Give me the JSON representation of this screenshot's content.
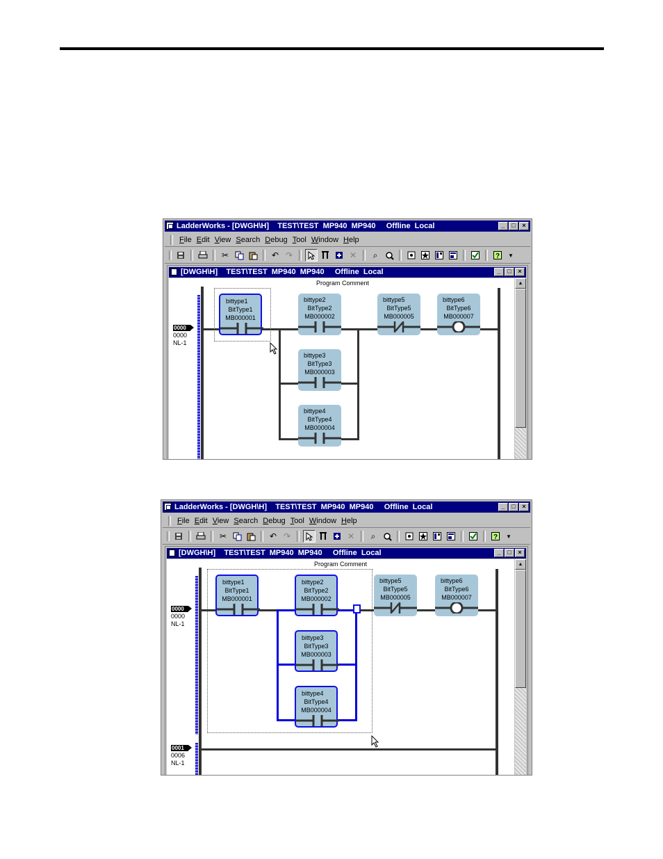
{
  "app": {
    "title": "LadderWorks - [DWGH\\H]    TEST\\TEST  MP940  MP940     Offline  Local",
    "menu": [
      "File",
      "Edit",
      "View",
      "Search",
      "Debug",
      "Tool",
      "Window",
      "Help"
    ],
    "toolbar_icons": [
      "save-icon",
      "print-icon",
      "cut-icon",
      "copy-icon",
      "paste-icon",
      "undo-icon",
      "redo-icon",
      "select-pointer-icon",
      "insert-contact-icon",
      "insert-coil-icon",
      "delete-icon",
      "find-icon",
      "zoom-icon",
      "compile-icon",
      "favorite-icon",
      "watch-icon",
      "window-icon",
      "check-icon",
      "help-icon"
    ],
    "child_title": "[DWGH\\H]    TEST\\TEST  MP940  MP940     Offline  Local"
  },
  "ladder": {
    "program_comment": "Program Comment",
    "network1": {
      "tag": "0000",
      "step": "0000",
      "label": "NL-1"
    },
    "network2": {
      "tag": "0001",
      "step": "0006",
      "label": "NL-1"
    },
    "elements": [
      {
        "name": "bittype1",
        "type": "BitType1",
        "addr": "MB000001",
        "kind": "no-contact"
      },
      {
        "name": "bittype2",
        "type": "BitType2",
        "addr": "MB000002",
        "kind": "no-contact"
      },
      {
        "name": "bittype3",
        "type": "BitType3",
        "addr": "MB000003",
        "kind": "no-contact"
      },
      {
        "name": "bittype4",
        "type": "BitType4",
        "addr": "MB000004",
        "kind": "no-contact"
      },
      {
        "name": "bittype5",
        "type": "BitType5",
        "addr": "MB000005",
        "kind": "nc-contact"
      },
      {
        "name": "bittype6",
        "type": "BitType6",
        "addr": "MB000007",
        "kind": "coil"
      }
    ]
  }
}
